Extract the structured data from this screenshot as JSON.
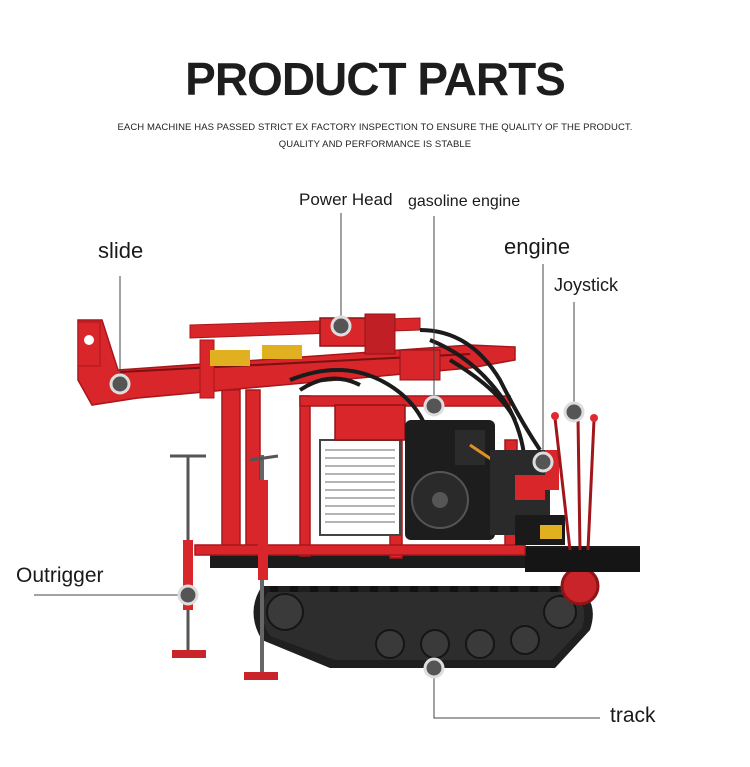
{
  "header": {
    "title": "PRODUCT PARTS",
    "subtitle_line1": "EACH MACHINE HAS PASSED STRICT EX FACTORY INSPECTION TO ENSURE THE QUALITY OF THE PRODUCT.",
    "subtitle_line2": "QUALITY AND PERFORMANCE IS STABLE"
  },
  "callouts": {
    "slide": "slide",
    "power_head": "Power Head",
    "gasoline_engine": "gasoline engine",
    "engine": "engine",
    "joystick": "Joystick",
    "outrigger": "Outrigger",
    "track": "track"
  },
  "colors": {
    "frame_red": "#d8262b",
    "dark_red": "#a8161a",
    "track_black": "#222222",
    "leader_line": "#444444"
  }
}
